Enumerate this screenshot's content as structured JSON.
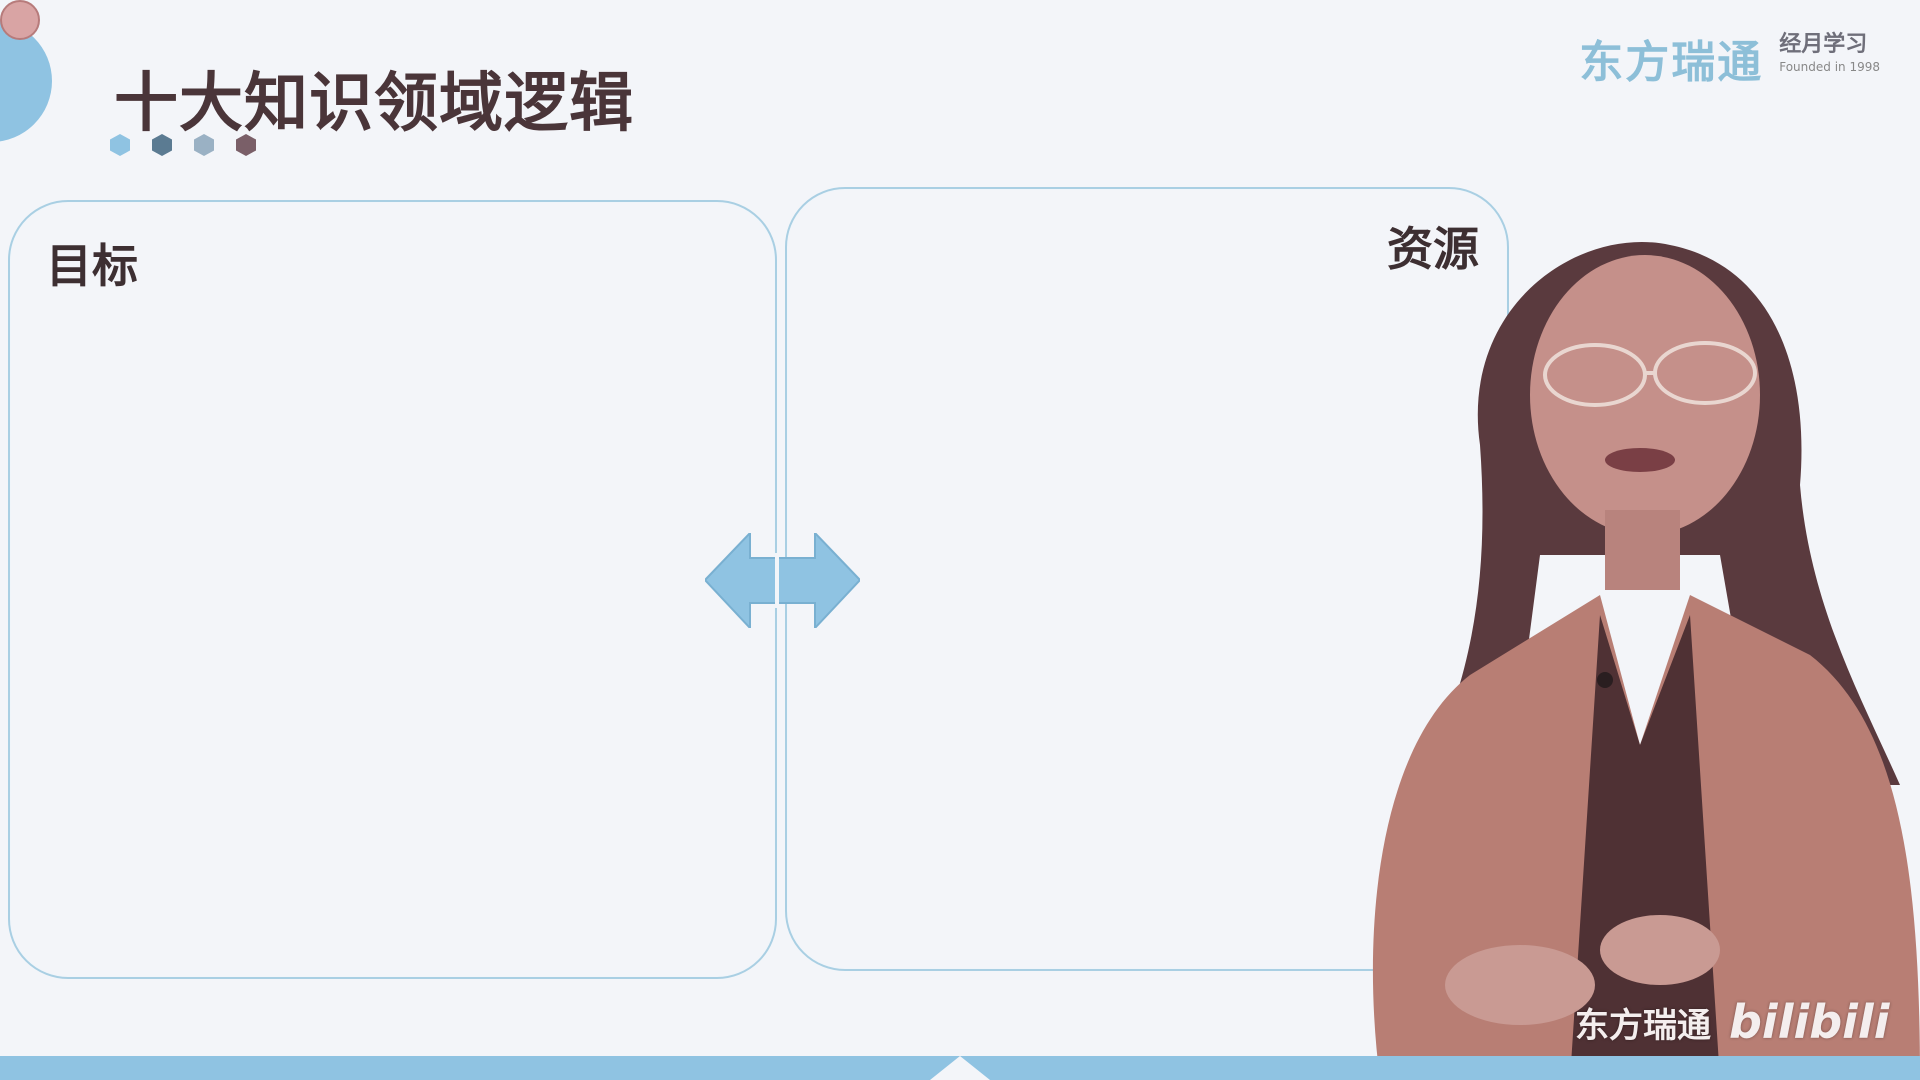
{
  "slide": {
    "title": "十大知识领域逻辑",
    "hex_colors": [
      "#8fc3e2",
      "#5b7b92",
      "#9ab1c4",
      "#7a5f68"
    ]
  },
  "logo": {
    "main": "东方瑞通",
    "sub": "经月学习",
    "sub_small": "Founded in 1998"
  },
  "panels": {
    "left": {
      "label": "目标"
    },
    "right": {
      "label": "资源"
    }
  },
  "arrow": {
    "icon": "double-arrow-icon",
    "color": "#8fc3e2"
  },
  "watermark": {
    "text": "东方瑞通",
    "bili": "bilibili"
  }
}
